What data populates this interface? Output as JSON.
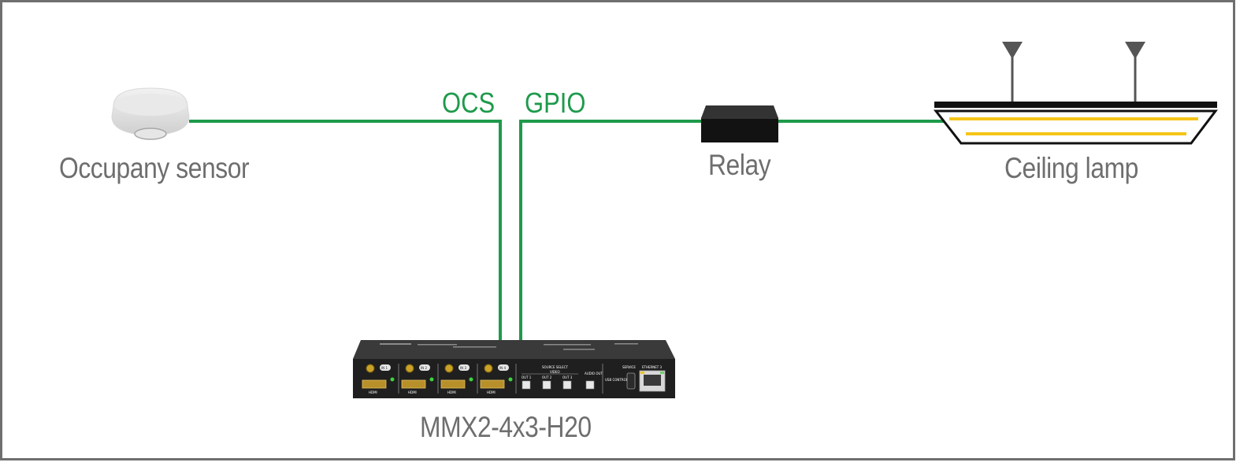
{
  "nodes": {
    "sensor": {
      "label": "Occupany sensor",
      "icon": "occupancy-sensor-icon"
    },
    "relay": {
      "label": "Relay",
      "icon": "relay-box-icon"
    },
    "lamp": {
      "label": "Ceiling lamp",
      "icon": "ceiling-lamp-icon"
    },
    "device": {
      "label": "MMX2-4x3-H20",
      "icon": "matrix-switcher-icon"
    }
  },
  "connections": {
    "ocs": {
      "label": "OCS"
    },
    "gpio": {
      "label": "GPIO"
    }
  },
  "device_panel": {
    "inputs": [
      "IN 1",
      "IN 2",
      "IN 3",
      "IN 4"
    ],
    "hdmi": "HDMI",
    "source_select": "SOURCE SELECT",
    "video": "VIDEO",
    "outputs": [
      "OUT 1",
      "OUT 2",
      "OUT 3"
    ],
    "audio_out": "AUDIO OUT",
    "service": "SERVICE",
    "usb_control": "USB CONTROL",
    "ethernet": "ETHERNET 3"
  },
  "colors": {
    "wire": "#1e9a4b",
    "label_text": "#6e6e6e",
    "frame": "#6f6f6f",
    "lamp_light": "#f5c518",
    "device_body": "#1f1f1f"
  }
}
